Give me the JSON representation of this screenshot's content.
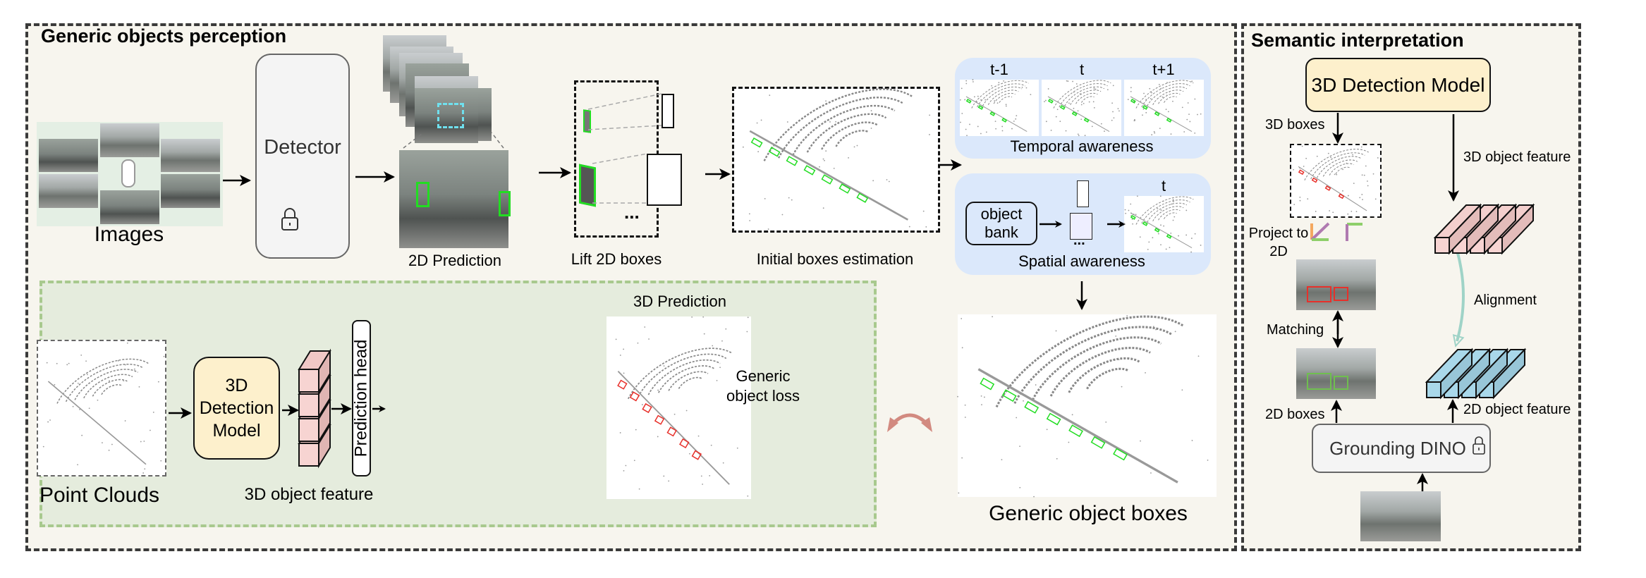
{
  "left_section": {
    "title": "Generic objects perception",
    "images_label": "Images",
    "detector_label": "Detector",
    "prediction_2d_label": "2D Prediction",
    "lift_label": "Lift 2D boxes",
    "lift_ellipsis": "...",
    "initial_label": "Initial boxes estimation",
    "temporal": {
      "frames": [
        "t-1",
        "t",
        "t+1"
      ],
      "label": "Temporal awareness"
    },
    "spatial": {
      "bank_label": "object bank",
      "frame": "t",
      "ellipsis": "...",
      "label": "Spatial awareness"
    },
    "generic_boxes_label": "Generic object boxes",
    "loss_label": "Generic object loss",
    "training": {
      "point_clouds_label": "Point Clouds",
      "model_label": "3D Detection Model",
      "feature_label": "3D object feature",
      "head_label": "Prediction head",
      "prediction_3d_label": "3D Prediction"
    }
  },
  "right_section": {
    "title": "Semantic interpretation",
    "model_label": "3D Detection Model",
    "boxes_3d_label": "3D boxes",
    "feature_3d_label": "3D object feature",
    "project_label": "Project to 2D",
    "matching_label": "Matching",
    "alignment_label": "Alignment",
    "boxes_2d_label": "2D boxes",
    "feature_2d_label": "2D object feature",
    "grounding_label": "Grounding DINO"
  },
  "colors": {
    "panel_bg": "#f7f5ee",
    "green_panel": "#e5ecdd",
    "blue_panel": "#dbe8fb",
    "model_box": "#fdf0cc",
    "feature_3d": "#f7d4d2",
    "feature_2d": "#a9d8ea",
    "detection_green": "#22dd22",
    "prediction_red": "#e8302a",
    "alignment_teal": "#9fd3c7"
  }
}
